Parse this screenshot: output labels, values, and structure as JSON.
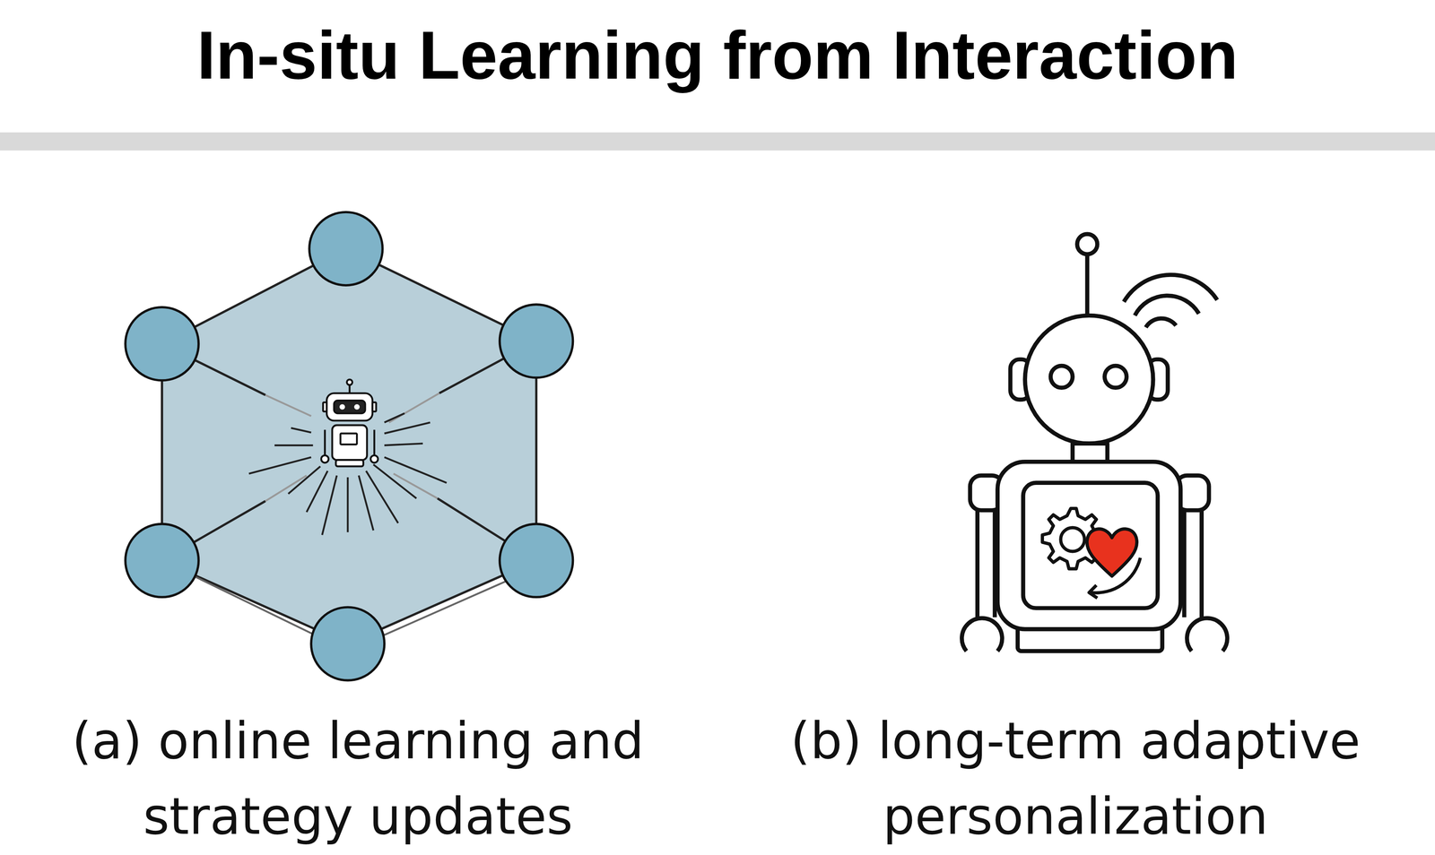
{
  "diagram": {
    "title": "In-situ Learning from Interaction",
    "labels": [
      "(a) online learning and strategy updates",
      "(b) long-term adaptive personalization"
    ]
  }
}
